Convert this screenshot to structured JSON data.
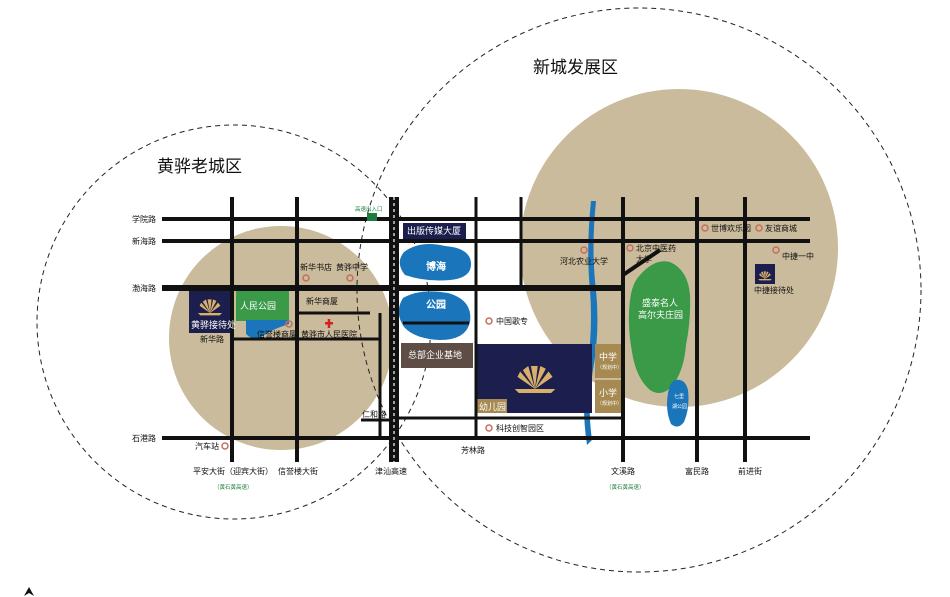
{
  "districts": {
    "old_city": "黄骅老城区",
    "new_city": "新城发展区"
  },
  "roads": {
    "xueyuan": "学院路",
    "xinhai": "新海路",
    "bohai": "渤海路",
    "shigang": "石港路",
    "xinhua": "新华路",
    "renhe": "仁和路",
    "fanglin": "芳林路",
    "pingan": "平安大街（迎宾大街）",
    "xinyu": "信誉楼大街",
    "jinshan": "津汕高速",
    "wenxi": "文溪路",
    "fumin": "富民路",
    "qianjin": "前进街",
    "huangshi_left": "（黄石黄高速）",
    "huangshi_right": "（黄石黄高速）",
    "exit": "高速出入口"
  },
  "pois": {
    "xinhua_books": "新华书店",
    "huanghua_middle": "黄骅中学",
    "xinhua_plaza": "新华商厦",
    "xinyu_building": "信誉楼商厦",
    "hospital": "黄骅市人民医院",
    "people_park": "人民公园",
    "reception_left": "黄骅接待处",
    "bus_station": "汽车站",
    "publishing": "出版传媒大厦",
    "bohai_park_1": "博海",
    "bohai_park_2": "公园",
    "hq_base": "总部企业基地",
    "zhongguo_zhuan": "中国歌专",
    "middle_school": "中学",
    "middle_school_sub": "（规划中）",
    "primary_school": "小学",
    "primary_school_sub": "（规划中）",
    "kindergarten": "幼儿园",
    "tech_park": "科技创智园区",
    "hebei_agri": "河北农业大学",
    "tcm_univ_1": "北京中医药",
    "tcm_univ_2": "大学",
    "golf_1": "盛泰名人",
    "golf_2": "高尔夫庄园",
    "lake_park_1": "七里",
    "lake_park_2": "湖公园",
    "amusement": "世博欢乐园",
    "youyi_mall": "友谊商城",
    "zhongjie_school": "中捷一中",
    "reception_right": "中捷接待处"
  },
  "colors": {
    "circle_fill": "#c9bb9b",
    "road": "#111111",
    "navy": "#1c1f4e",
    "water": "#1b75bb",
    "green": "#3a9a48",
    "brown": "#5d4d45",
    "gold": "#a68a52",
    "poi_ring": "#c96d5c",
    "hospital_cross": "#d42020"
  },
  "icons": [
    "north-arrow-icon",
    "fan-logo-icon",
    "poi-ring-icon",
    "hospital-cross-icon"
  ]
}
